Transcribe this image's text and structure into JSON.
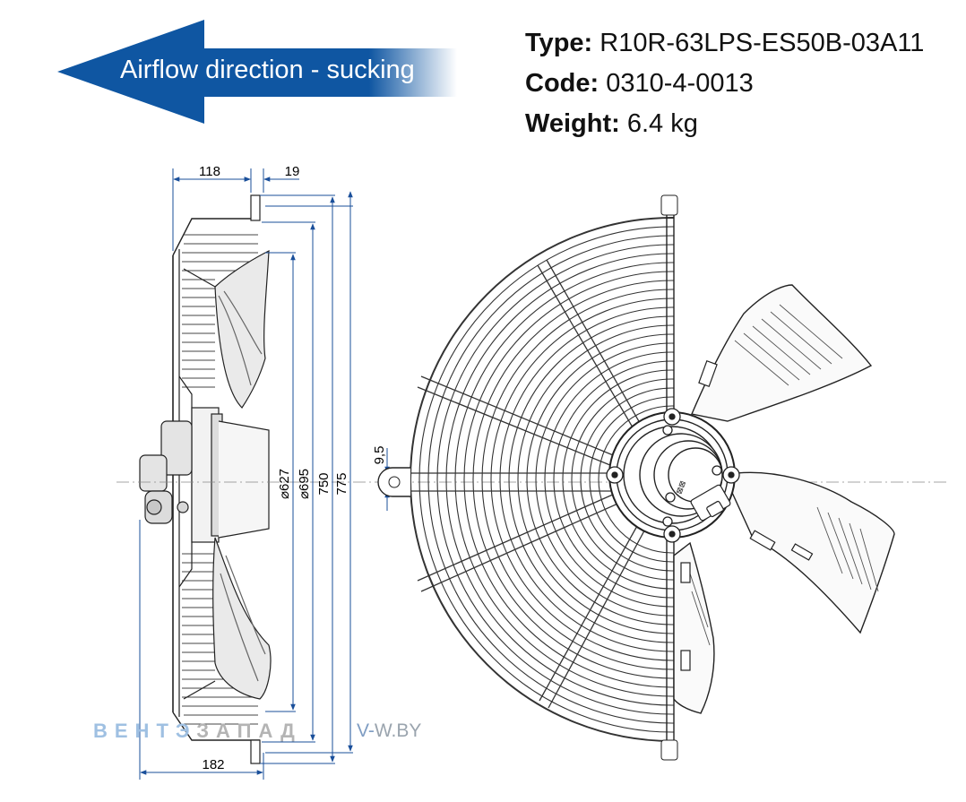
{
  "airflow": {
    "label": "Airflow direction - sucking",
    "color": "#0f56a2"
  },
  "specs": [
    {
      "key": "Type:",
      "value": "R10R-63LPS-ES50B-03A11"
    },
    {
      "key": "Code:",
      "value": "0310-4-0013"
    },
    {
      "key": "Weight:",
      "value": "6.4 kg"
    }
  ],
  "dimensions": {
    "depth_top": "118",
    "flange_top": "19",
    "depth_bottom": "182",
    "dia_inner": "⌀627",
    "dia_mid": "⌀695",
    "h_750": "750",
    "h_775": "775",
    "hole": "9,5"
  },
  "watermark": {
    "part1": "ВЕНТЭ",
    "part2": "ЗАПАД",
    "site_prefix": "V-",
    "site_suffix": "W.BY"
  },
  "colors": {
    "dim_line": "#1a4f9a",
    "line": "#222222"
  }
}
